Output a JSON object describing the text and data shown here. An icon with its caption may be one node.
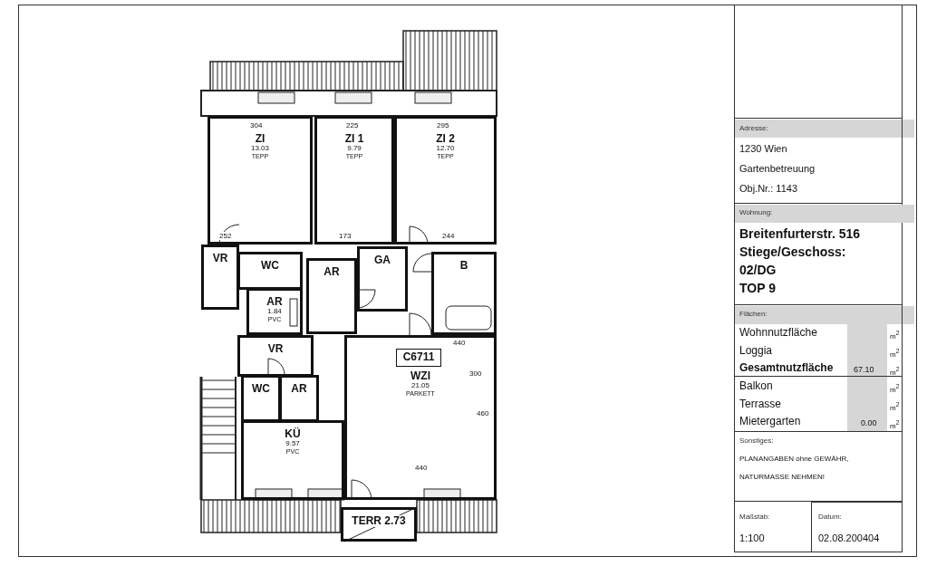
{
  "diagram": {
    "nodes": [
      {
        "text": [
          "ZI",
          "13.03",
          "TEPP"
        ]
      },
      {
        "text": [
          "ZI 1",
          "9.79",
          "TEPP"
        ]
      },
      {
        "text": [
          "ZI 2",
          "12.70",
          "TEPP"
        ]
      },
      {
        "text": [
          "VR"
        ]
      },
      {
        "text": [
          "WC"
        ]
      },
      {
        "text": [
          "AR",
          "1.84",
          "PVC"
        ]
      },
      {
        "text": [
          "AR"
        ]
      },
      {
        "text": [
          "GA"
        ]
      },
      {
        "text": [
          "B"
        ]
      },
      {
        "text": [
          "VR"
        ]
      },
      {
        "text": [
          "WC"
        ]
      },
      {
        "text": [
          "AR"
        ]
      },
      {
        "text": [
          "WZI",
          "21.05",
          "PARKETT"
        ]
      },
      {
        "text": [
          "C6711"
        ],
        "in": 12
      },
      {
        "text": [
          "KÜ",
          "9.57",
          "PVC"
        ]
      },
      {
        "text": [
          "TERR 2.73"
        ]
      }
    ],
    "labels": [
      "304",
      "225",
      "295",
      "252",
      "173",
      "244",
      "440",
      "300",
      "460",
      "440",
      "Adresse:",
      "1230 Wien",
      "Gartenbetreuung",
      "Obj.Nr.: 1143",
      "Wohnung:",
      "Breitenfurterstr. 516",
      "Stiege/Geschoss:",
      "02/DG",
      "TOP 9",
      "Flächen:",
      "Wohnnutzfläche",
      "m$^{2}$",
      "Loggia",
      "m$^{2}$",
      "Gesamtnutzfläche",
      "67.10",
      "m$^{2}$",
      "Balkon",
      "m$^{2}$",
      "Terrasse",
      "m$^{2}$",
      "Mietergarten",
      "0.00",
      "m$^{2}$",
      "Sonstiges:",
      "PLANANGABEN ohne GEWÄHR,",
      "NATURMASSE NEHMEN!",
      "Maßstab:",
      "1:100",
      "Datum:",
      "02.08.200404"
    ]
  }
}
